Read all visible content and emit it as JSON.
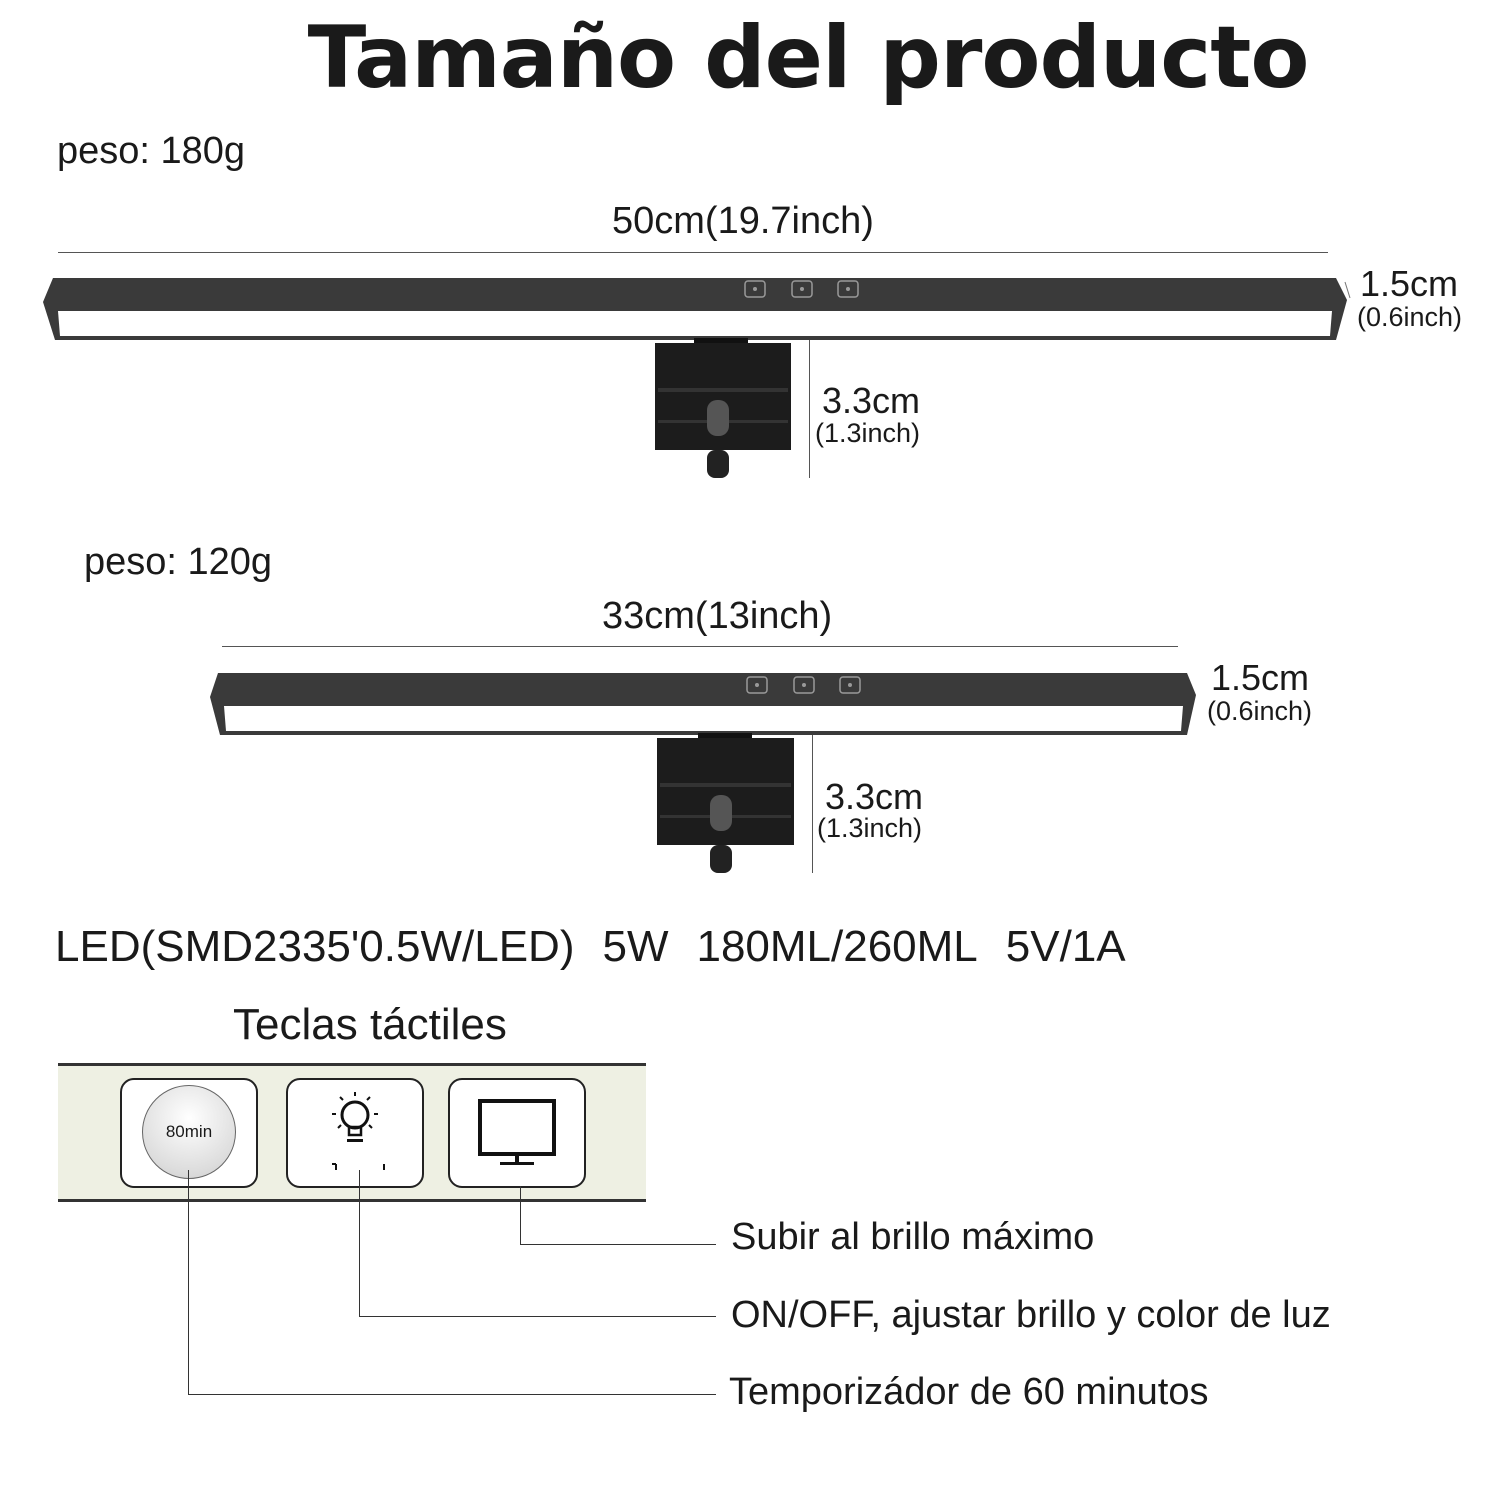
{
  "title": "Tamaño del producto",
  "products": [
    {
      "weight": "peso: 180g",
      "length": "50cm(19.7inch)",
      "height_cm": "1.5cm",
      "height_in": "(0.6inch)",
      "clamp_cm": "3.3cm",
      "clamp_in": "(1.3inch)"
    },
    {
      "weight": "peso: 120g",
      "length": "33cm(13inch)",
      "height_cm": "1.5cm",
      "height_in": "(0.6inch)",
      "clamp_cm": "3.3cm",
      "clamp_in": "(1.3inch)"
    }
  ],
  "specs": [
    "LED(SMD2335'0.5W/LED)",
    "5W",
    "180ML/260ML",
    "5V/1A"
  ],
  "keys": {
    "heading": "Teclas táctiles",
    "timer_label": "80min",
    "descriptions": [
      "Subir al brillo máximo",
      "ON/OFF, ajustar brillo y color de luz",
      "Temporizádor de 60 minutos"
    ]
  },
  "colors": {
    "bar": "#3a3a3a",
    "panel": "#eef0e3"
  }
}
